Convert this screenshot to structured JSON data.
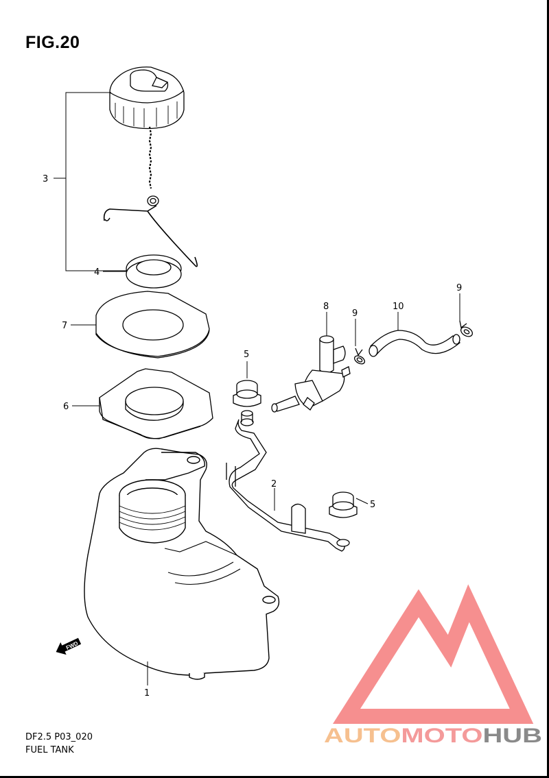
{
  "figure": {
    "title": "FIG.20",
    "model_code": "DF2.5 P03_020",
    "caption": "FUEL TANK"
  },
  "callouts": [
    {
      "id": "c1",
      "label": "1"
    },
    {
      "id": "c2",
      "label": "2"
    },
    {
      "id": "c3",
      "label": "3"
    },
    {
      "id": "c4",
      "label": "4"
    },
    {
      "id": "c5a",
      "label": "5"
    },
    {
      "id": "c5b",
      "label": "5"
    },
    {
      "id": "c6",
      "label": "6"
    },
    {
      "id": "c7",
      "label": "7"
    },
    {
      "id": "c8",
      "label": "8"
    },
    {
      "id": "c9a",
      "label": "9"
    },
    {
      "id": "c9b",
      "label": "9"
    },
    {
      "id": "c10",
      "label": "10"
    }
  ],
  "fwd_arrow": {
    "label": "FWD"
  },
  "watermark": {
    "part1": "AUTO",
    "part2": "MOTO",
    "part3": "HUB",
    "colors": {
      "auto": "#f6c08f",
      "moto": "#f49a9a",
      "hub": "#8a8a8a",
      "logo": "#f47b7b"
    }
  }
}
